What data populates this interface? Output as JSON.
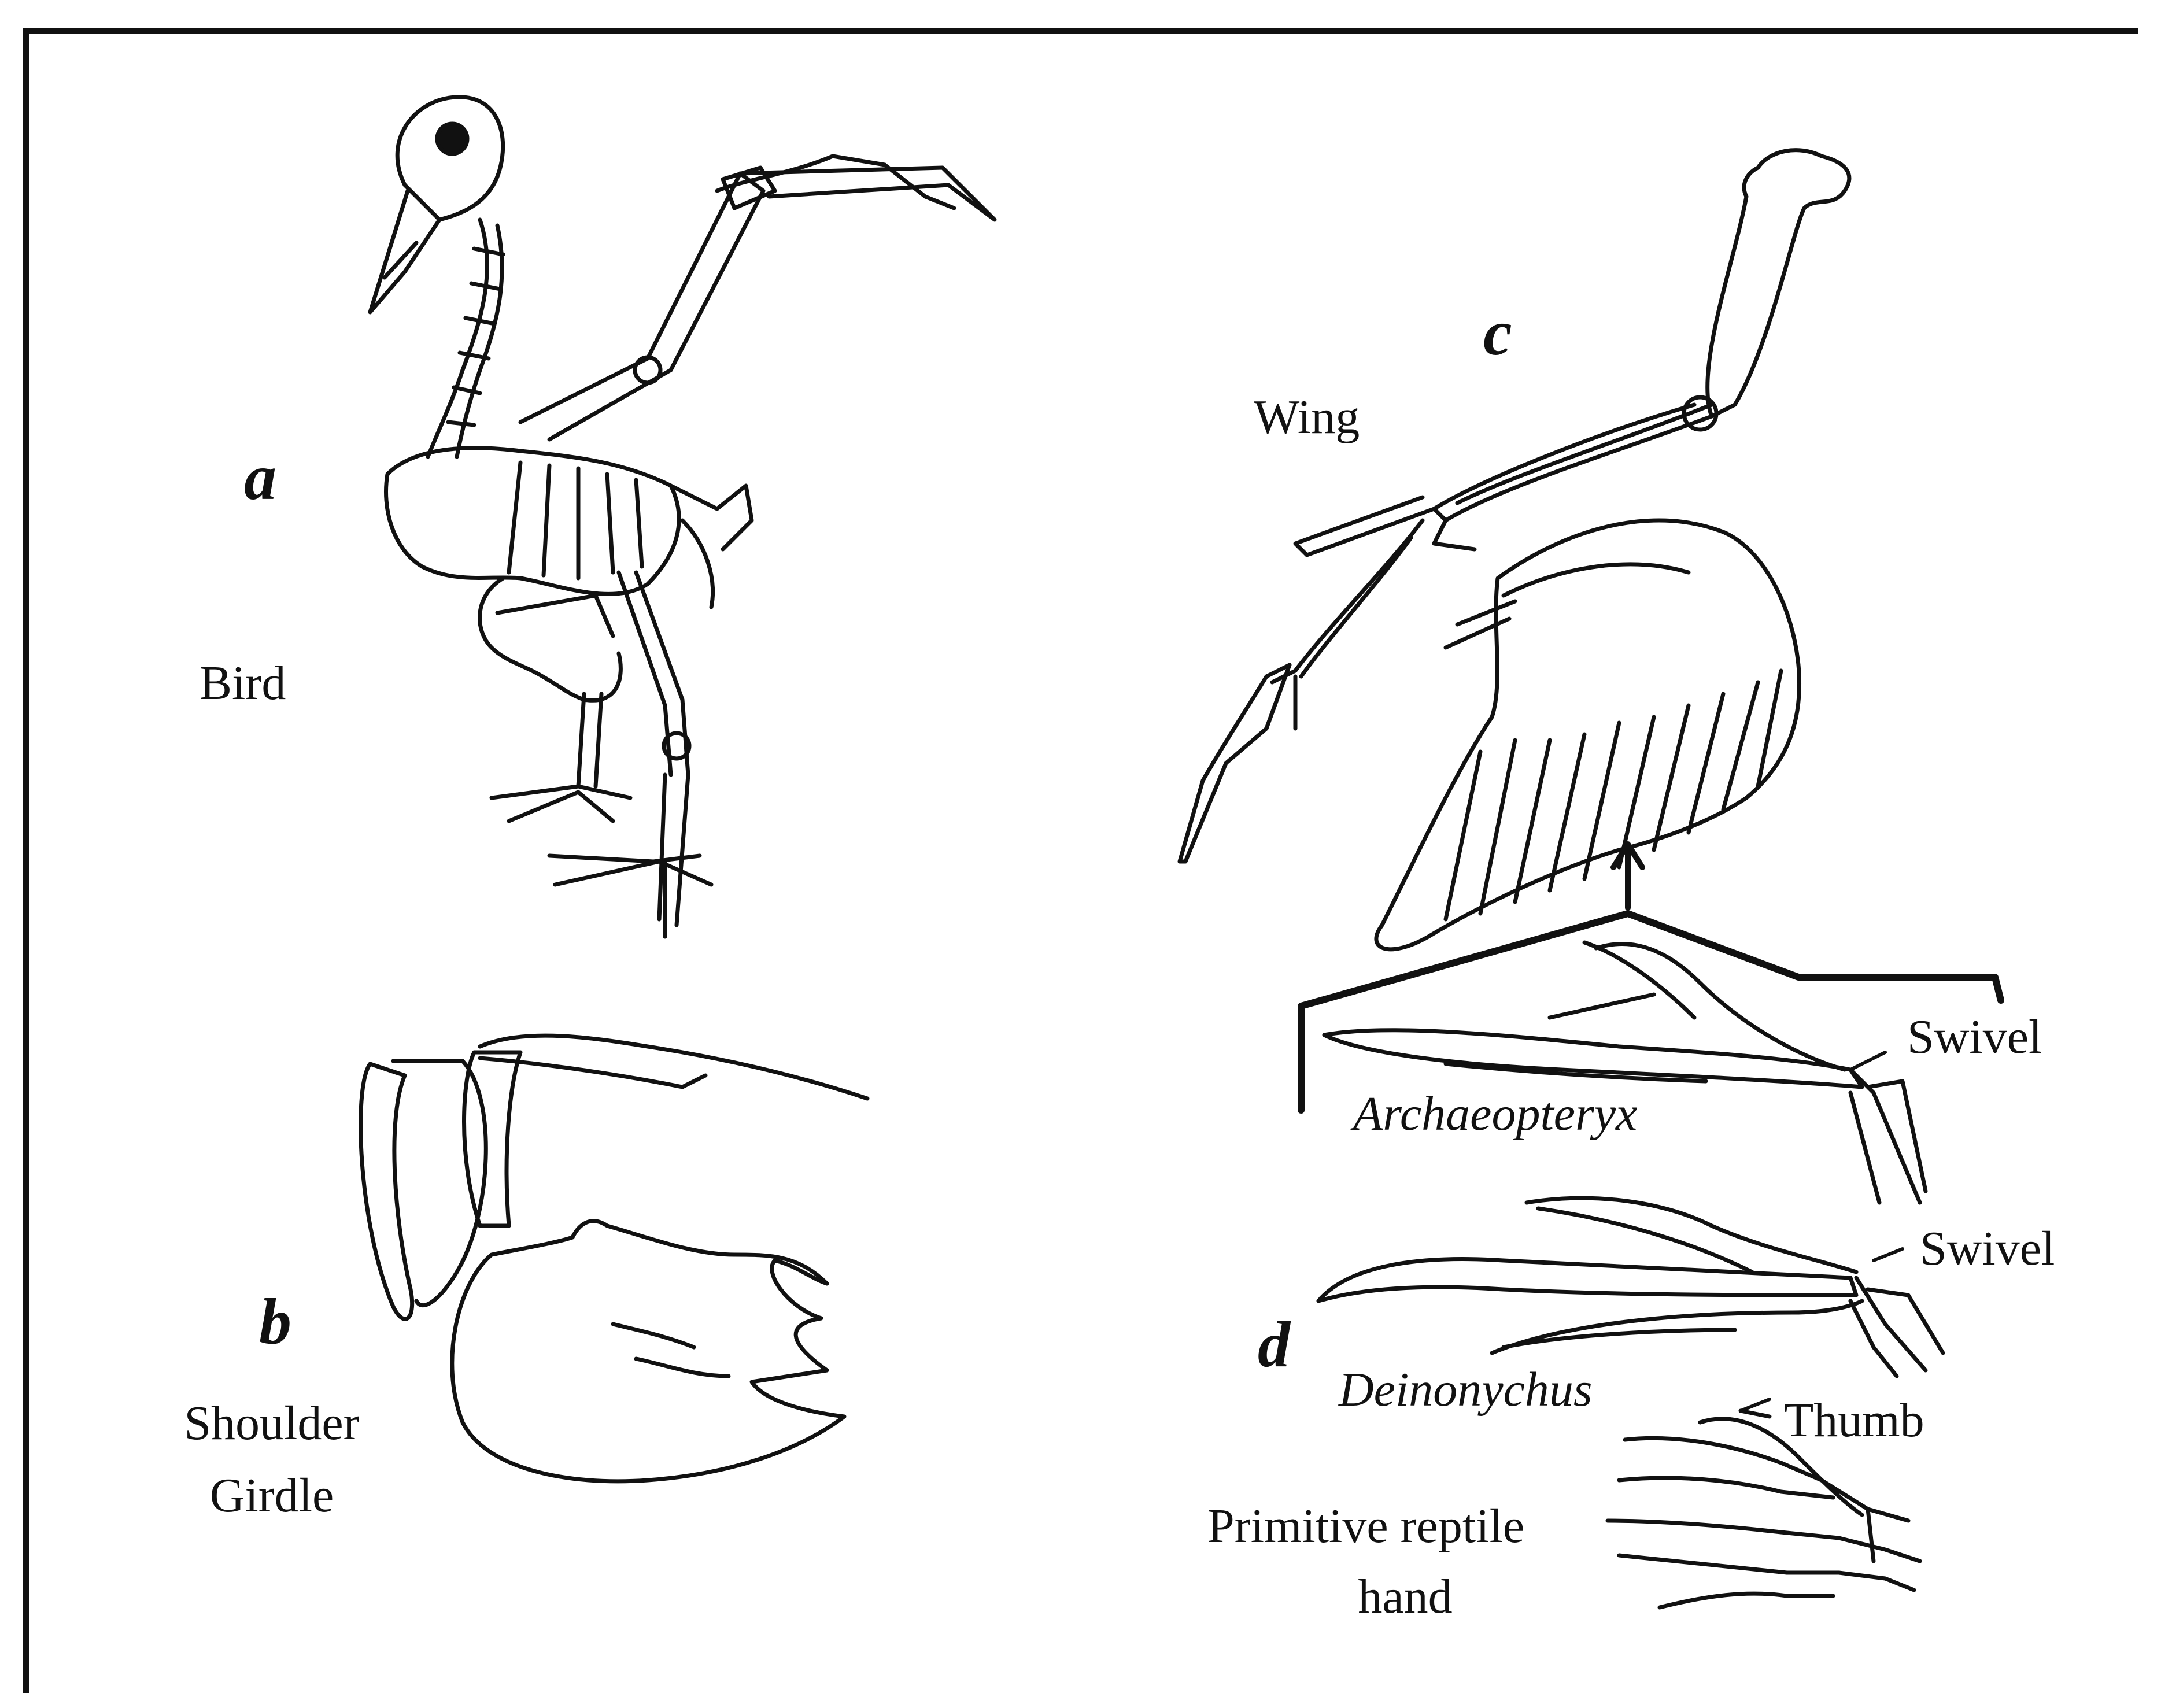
{
  "labels": {
    "a": "a",
    "bird": "Bird",
    "b": "b",
    "shoulder_girdle_line1": "Shoulder",
    "shoulder_girdle_line2": "Girdle",
    "c": "c",
    "wing": "Wing",
    "swivel_top": "Swivel",
    "archaeopteryx": "Archaeopteryx",
    "swivel_bottom": "Swivel",
    "d": "d",
    "deinonychus": "Deinonychus",
    "thumb": "Thumb",
    "primitive_line1": "Primitive reptile",
    "primitive_line2": "hand"
  },
  "colors": {
    "ink": "#111111",
    "paper": "#ffffff"
  }
}
